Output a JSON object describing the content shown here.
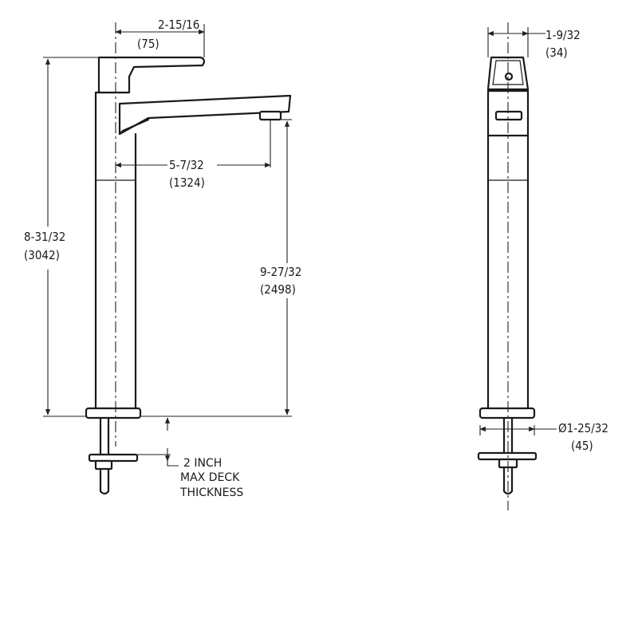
{
  "dimensions": {
    "handle_reach": {
      "inch": "2-15/16",
      "mm": "(75)"
    },
    "spout_reach": {
      "inch": "5-7/32",
      "mm": "(1324)"
    },
    "overall_height": {
      "inch": "8-31/32",
      "mm": "(3042)"
    },
    "spout_height": {
      "inch": "9-27/32",
      "mm": "(2498)"
    },
    "side_depth": {
      "inch": "1-9/32",
      "mm": "(34)"
    },
    "base_diameter": {
      "inch": "Ø1-25/32",
      "mm": "(45)"
    }
  },
  "deck_note": [
    "2 INCH",
    "MAX DECK",
    "THICKNESS"
  ]
}
